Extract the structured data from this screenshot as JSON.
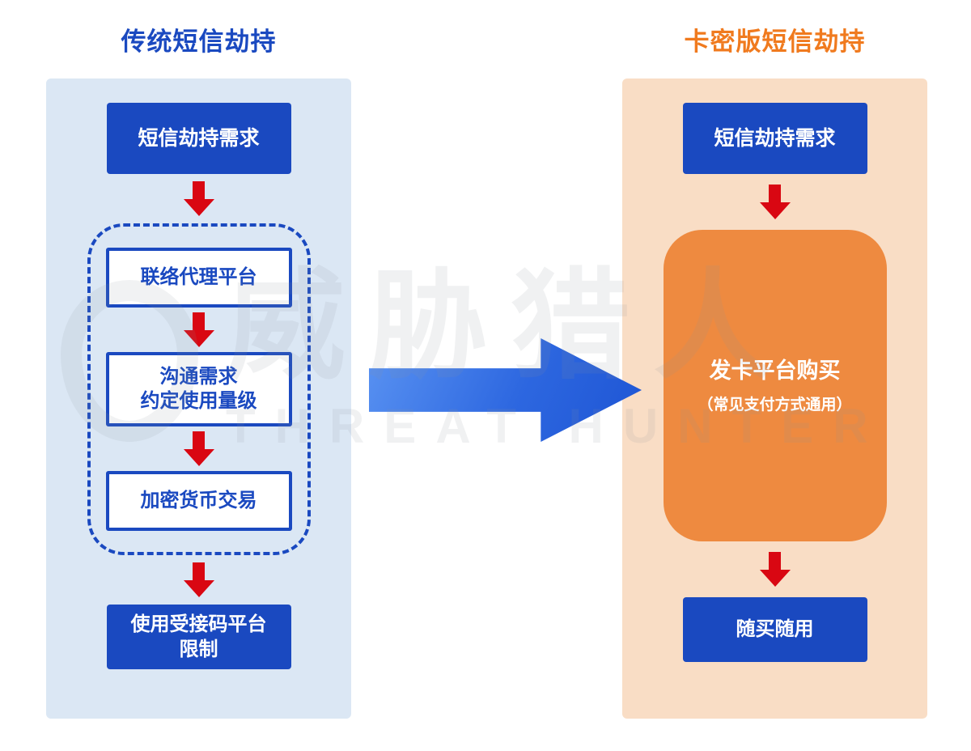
{
  "watermark": {
    "cn": "威胁猎人",
    "en": "THREAT HUNTER"
  },
  "left": {
    "title": "传统短信劫持",
    "steps": {
      "start": "短信劫持需求",
      "sub1": "联络代理平台",
      "sub2": "沟通需求\n约定使用量级",
      "sub3": "加密货币交易",
      "end": "使用受接码平台\n限制"
    }
  },
  "right": {
    "title": "卡密版短信劫持",
    "steps": {
      "start": "短信劫持需求",
      "main": "发卡平台购买",
      "main_sub": "（常见支付方式通用）",
      "end": "随买随用"
    }
  },
  "colors": {
    "primary_blue": "#1a49c0",
    "title_orange": "#f07a1e",
    "box_orange": "#ee8a40",
    "arrow_red": "#d90712",
    "left_panel_bg": "#dbe7f4",
    "right_panel_bg": "#f9ddc5",
    "center_arrow_blue": "#2d67e0"
  }
}
